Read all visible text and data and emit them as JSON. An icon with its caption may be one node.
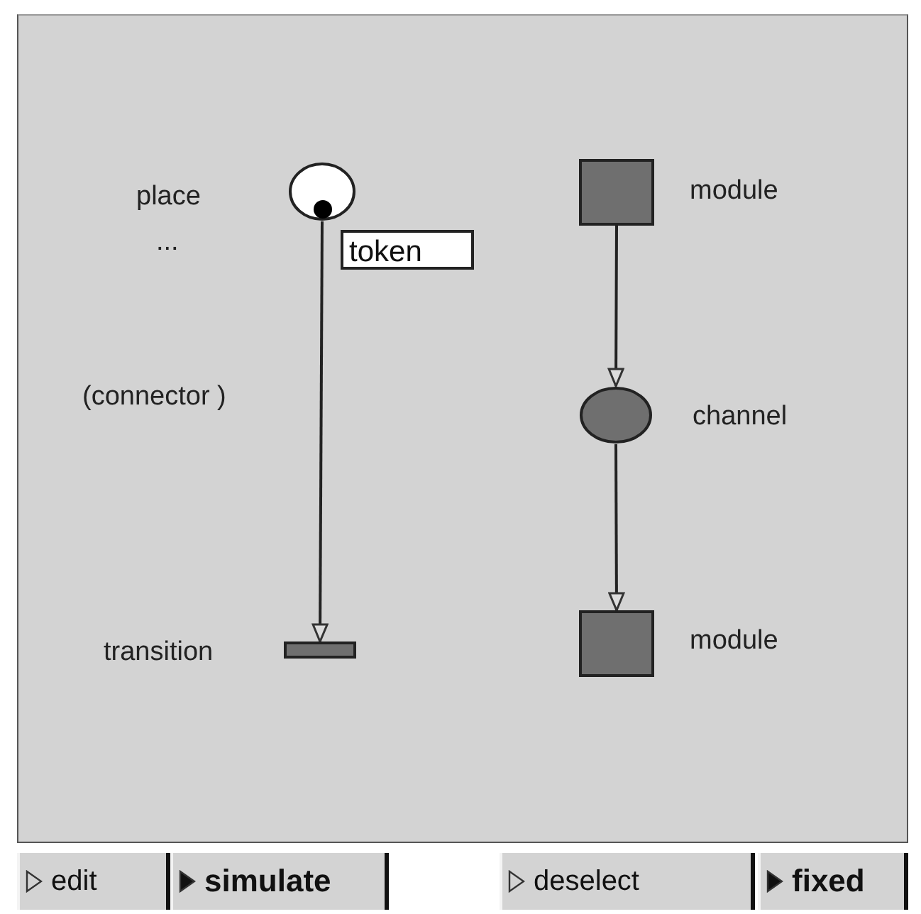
{
  "diagram": {
    "nodes": [
      {
        "text": [],
        "shape": "circle",
        "beside": [
          "place"
        ]
      },
      {
        "text": [
          "token"
        ]
      },
      {
        "text": [],
        "shape": "bar",
        "beside": [
          "transition"
        ]
      },
      {
        "text": [],
        "shape": "box",
        "beside": [
          "module"
        ]
      },
      {
        "text": [],
        "shape": "circle",
        "beside": [
          "channel"
        ]
      },
      {
        "text": [],
        "shape": "box",
        "beside": [
          "module"
        ]
      }
    ],
    "edges": [
      {
        "from": 0,
        "to": 2,
        "arrow": "to"
      },
      {
        "from": 3,
        "to": 4,
        "arrow": "to"
      },
      {
        "from": 4,
        "to": 5,
        "arrow": "to"
      }
    ],
    "labels": [
      "...",
      "(connector )",
      "edit",
      "simulate",
      "deselect",
      "fixed"
    ]
  }
}
